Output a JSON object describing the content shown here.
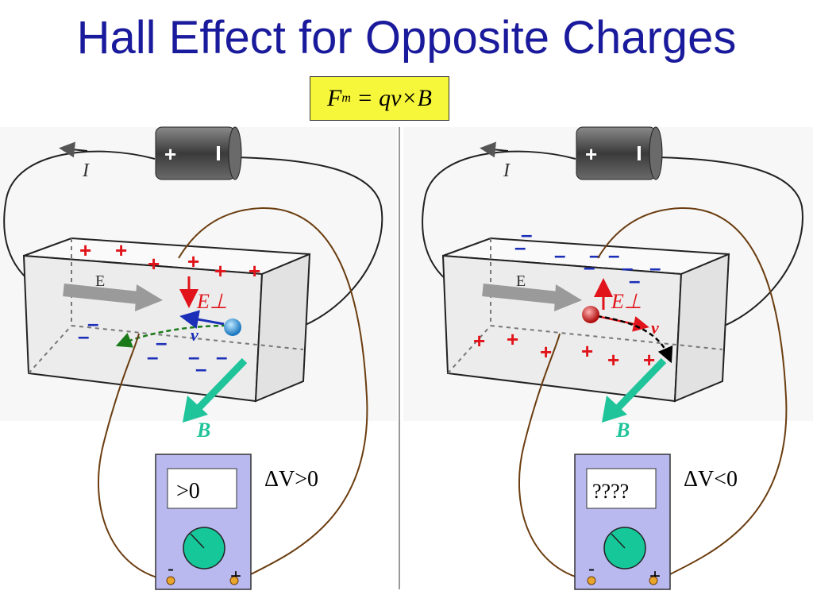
{
  "slide": {
    "title": "Hall Effect for Opposite Charges",
    "formula": {
      "force_symbol": "F",
      "subscript": "m",
      "rhs": "= qv×B"
    }
  },
  "left_panel": {
    "current_label": "I",
    "field_label": "E",
    "perp_field_label": "E⊥",
    "velocity_label": "v",
    "magnetic_label": "B",
    "top_charges": [
      "+",
      "+",
      "+",
      "+",
      "+",
      "+"
    ],
    "bottom_charges": [
      "–",
      "–",
      "–",
      "–",
      "–",
      "–",
      "–",
      "–"
    ],
    "meter_display": ">0",
    "voltage_text": "ΔV>0",
    "terminal_minus": "-",
    "terminal_plus": "+",
    "charge_color": "#2a8fd6"
  },
  "right_panel": {
    "current_label": "I",
    "field_label": "E",
    "perp_field_label": "E⊥",
    "velocity_label": "v",
    "magnetic_label": "B",
    "top_charges": [
      "–",
      "–",
      "–",
      "–",
      "–",
      "–",
      "–",
      "–",
      "–"
    ],
    "bottom_charges": [
      "+",
      "+",
      "+",
      "+",
      "+",
      "+"
    ],
    "meter_display": "????",
    "voltage_text": "ΔV<0",
    "terminal_minus": "-",
    "terminal_plus": "+",
    "charge_color": "#cc1f1f"
  },
  "colors": {
    "title": "#1a1a9c",
    "formula_bg": "#f6f63a",
    "plus": "#e0141a",
    "minus": "#1c2fb8",
    "b_arrow": "#1fc49a",
    "meter_body": "#b9b9f0",
    "dial": "#16c79a",
    "wire": "#6b3d10"
  }
}
